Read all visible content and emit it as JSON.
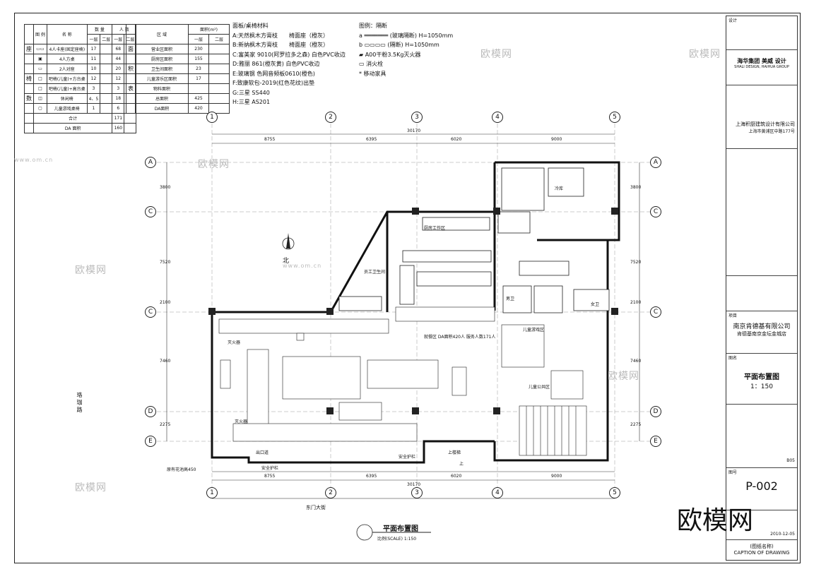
{
  "legend_table": {
    "headers": [
      "图 例",
      "名 称",
      "数 量",
      "人 数"
    ],
    "subheaders": [
      "一层",
      "二层",
      "一层",
      "二层"
    ],
    "side_labels": [
      "座",
      "椅",
      "数"
    ],
    "rows": [
      {
        "name": "4人卡座(固定座椅)",
        "q1": "17",
        "p1": "68"
      },
      {
        "name": "4人方桌",
        "q1": "11",
        "p1": "44"
      },
      {
        "name": "2人对座",
        "q1": "10",
        "p1": "20"
      },
      {
        "name": "吧椅(儿童)+方台桌",
        "q1": "12",
        "p1": "12"
      },
      {
        "name": "吧椅(儿童)+高台桌",
        "q1": "3",
        "p1": "3"
      },
      {
        "name": "休闲椅",
        "q1": "4、5",
        "p1": "18"
      },
      {
        "name": "儿童游戏桌椅",
        "q1": "1",
        "p1": "6"
      }
    ],
    "total_label": "合计",
    "total": "171",
    "da_label": "DA 面积",
    "da_value": "160"
  },
  "area_table": {
    "headers": [
      "区 域",
      "面积(m²)"
    ],
    "subheaders": [
      "一层",
      "二层"
    ],
    "side_labels": [
      "面",
      "积",
      "表"
    ],
    "rows": [
      {
        "name": "营业区面积",
        "v": "230"
      },
      {
        "name": "厨房区面积",
        "v": "155"
      },
      {
        "name": "卫生间面积",
        "v": "23"
      },
      {
        "name": "儿童游乐区面积",
        "v": "17"
      },
      {
        "name": "物料面积",
        "v": ""
      },
      {
        "name": "总面积",
        "v": "425"
      },
      {
        "name": "DA面积",
        "v": "420"
      }
    ]
  },
  "materials": {
    "title": "面板/桌椅材料",
    "items": [
      "A:天然枫木方膏枝　　椅面座（橙灰）",
      "B:新纳枫木方膏枝　　椅面座（橙灰）",
      "C:富美家 9010(阿罗拉多之森) 白色PVC收边",
      "D:雅丽 861(橙灰黄) 白色PVC收边",
      "E:玻璃钢 色网音频板0610(橙色)",
      "F:致康软包-2019(红色花纹)出垫",
      "G:三星 SS440",
      "H:三星 AS201"
    ]
  },
  "symbols": {
    "title": "图例：隔断",
    "items": [
      {
        "key": "a",
        "text": "(玻璃隔断) H=1050mm"
      },
      {
        "key": "b",
        "text": "(隔断) H=1050mm"
      },
      {
        "key": "",
        "text": "A00干粉3.5Kg灭火器"
      },
      {
        "key": "",
        "text": "消火栓"
      },
      {
        "key": "*",
        "text": "移动家具"
      }
    ]
  },
  "grid": {
    "numbers": [
      "1",
      "2",
      "3",
      "4",
      "5"
    ],
    "letters": [
      "A",
      "C",
      "C",
      "D",
      "E"
    ],
    "top_dims": [
      "8755",
      "6395",
      "6020",
      "9000"
    ],
    "overall": "30170",
    "side_dims": [
      "3800",
      "7520",
      "2100",
      "7460",
      "2275"
    ]
  },
  "plan_labels": {
    "north": "北",
    "street": "珞 珈 路",
    "kitchen": "厨房工作区",
    "dining": "就餐区 DA面积420人 服务人数171人",
    "kids": "儿童游戏区",
    "kids2": "儿童公共区",
    "staff": "员工卫生间",
    "cold": "冷库",
    "toilet_m": "男卫",
    "toilet_f": "女卫",
    "fire": "灭火器",
    "fire2": "灭火器",
    "entrance": "上",
    "aux": "出口道",
    "stair": "上楼梯",
    "safe": "安全护栏",
    "planter": "原有花池高450",
    "east_gate": "东门大街"
  },
  "title_block": {
    "design_label": "设计",
    "company_name": "海华集团 美威 设计",
    "company_sub": "SHALI DESIGN, HAIHUA GROUP",
    "company_cn": "上海积厨建筑设计有限公司",
    "company_addr": "上海市黄浦区中路177号",
    "client_label": "项目",
    "client": "南京肯德基有限公司",
    "project": "肯德基南京金坛金城店",
    "drawing_label": "图名",
    "drawing": "平面布置图",
    "scale": "1：150",
    "sheet_label": "图号",
    "sheet": "P-002",
    "date": "2010-12-05",
    "caption_cn": "(图纸名称)",
    "caption_en": "CAPTION OF DRAWING",
    "code": "B05"
  },
  "bottom_title": {
    "title": "平面布置图",
    "scale": "比例(SCALE) 1:150"
  },
  "watermark": "欧模网",
  "watermark_url": "www.om.cn"
}
